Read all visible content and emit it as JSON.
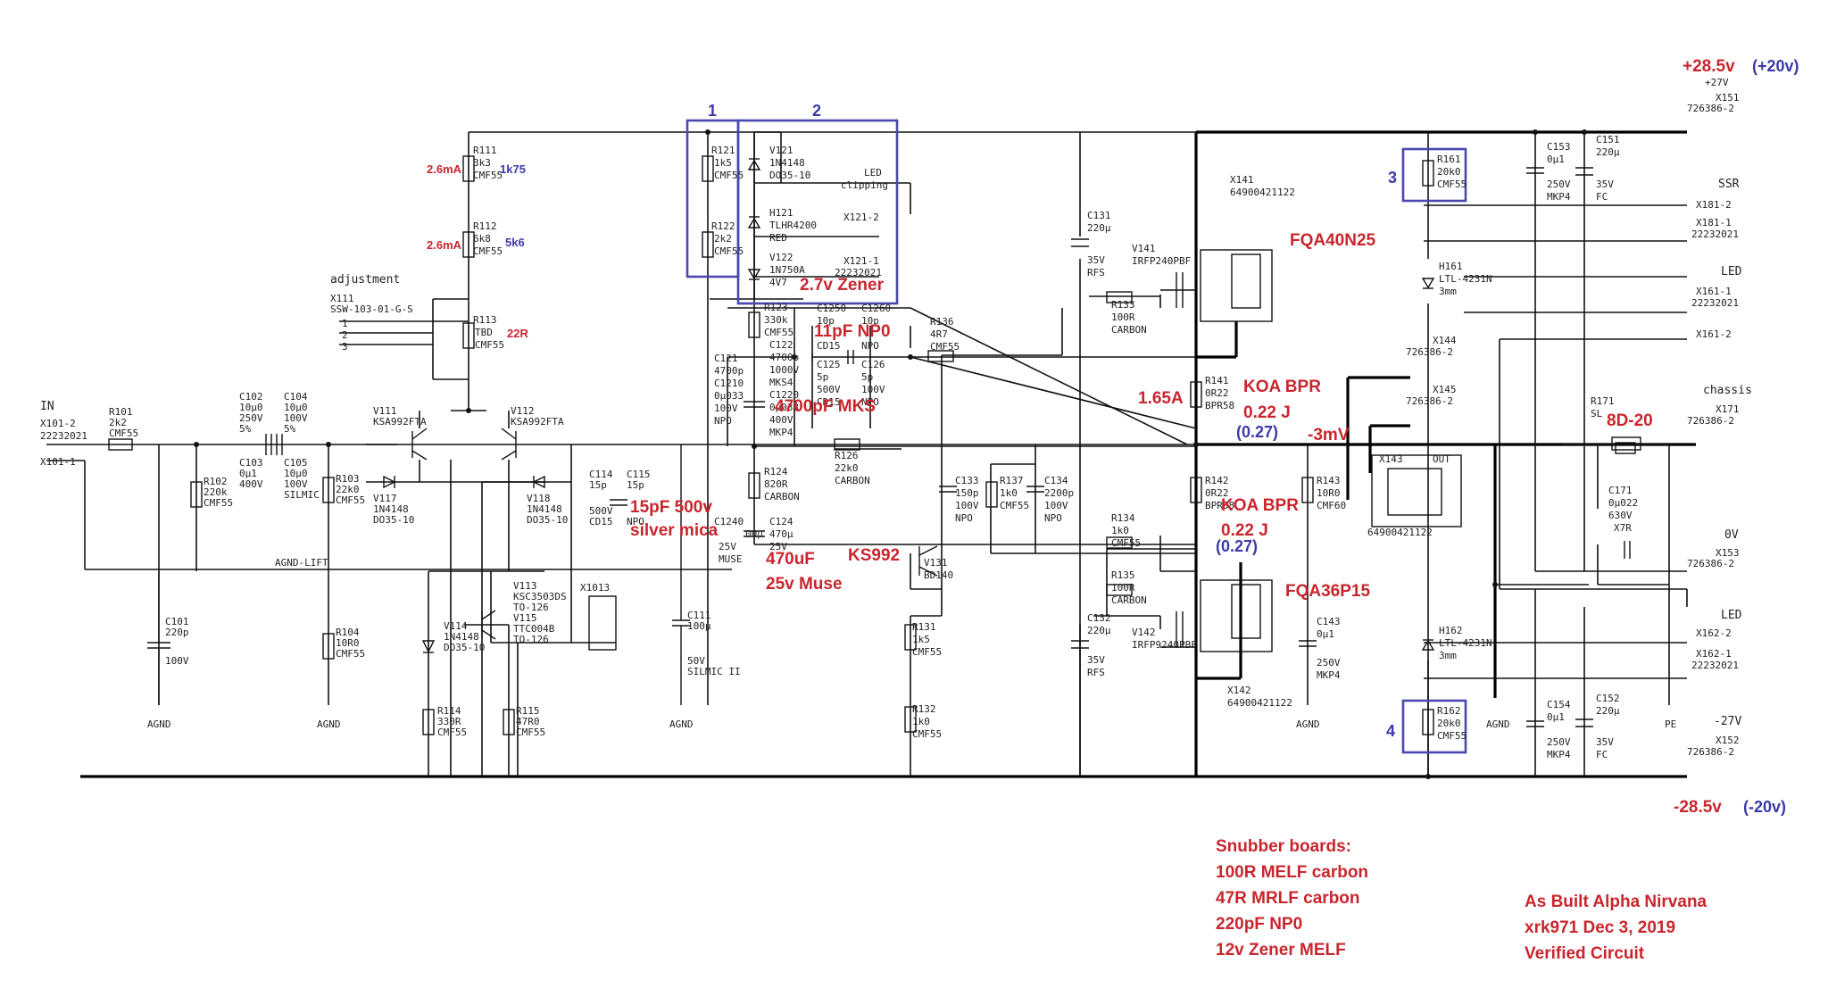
{
  "colors": {
    "annotation": "#c8262e",
    "highlight": "#3b3aa8",
    "wire": "#111111"
  },
  "power": {
    "pos_rail": "+28.5v",
    "pos_rail_alt": "(+20v)",
    "pos_net": "+27V",
    "neg_rail": "-28.5v",
    "neg_rail_alt": "(-20v)",
    "neg_net": "-27V"
  },
  "boxes": [
    "1",
    "2",
    "3",
    "4"
  ],
  "connectors": {
    "in_label": "IN",
    "x101_2": "X101-2",
    "x101_1": "X101-1",
    "x101_pn": "22232021",
    "adjustment": "adjustment",
    "x111": "X111",
    "x111_pn": "SSW-103-01-G-S",
    "x111_pins": [
      "1",
      "2",
      "3"
    ],
    "agnd_lift": "AGND-LIFT",
    "x1013": "X1013",
    "x121_2": "X121-2",
    "x121_1": "X121-1",
    "x121_pn": "22232021",
    "led_clipping": [
      "LED",
      "clipping"
    ],
    "x151": "X151",
    "x151_pn": "726386-2",
    "ssr": "SSR",
    "x181_2": "X181-2",
    "x181_1": "X181-1",
    "x181_pn": "22232021",
    "led1": "LED",
    "x161_1": "X161-1",
    "x161_pn": "22232021",
    "x161_2": "X161-2",
    "chassis": "chassis",
    "x171": "X171",
    "x171_pn": "726386-2",
    "zero_v": "0V",
    "x153": "X153",
    "x153_pn": "726386-2",
    "led2": "LED",
    "x162_2": "X162-2",
    "x162_1": "X162-1",
    "x162_pn": "22232021",
    "x152": "X152",
    "x152_pn": "726386-2",
    "x144": "X144",
    "x144_pn": "726386-2",
    "x145": "X145",
    "x145_pn": "726386-2",
    "x143": "X143",
    "x143_out": "OUT",
    "x143_pn": "64900421122",
    "grounds": [
      "AGND",
      "AGND",
      "AGND",
      "AGND",
      "AGND",
      "PE"
    ]
  },
  "parts": {
    "r101": [
      "R101",
      "2k2",
      "CMF55"
    ],
    "r102": [
      "R102",
      "220k",
      "CMF55"
    ],
    "c101": [
      "C101",
      "220p",
      "100V"
    ],
    "c102": [
      "C102",
      "10µ0",
      "250V",
      "5%"
    ],
    "c103": [
      "C103",
      "0µ1",
      "400V"
    ],
    "c104": [
      "C104",
      "10µ0",
      "100V",
      "5%"
    ],
    "c105": [
      "C105",
      "10µ0",
      "100V",
      "SILMIC"
    ],
    "r103": [
      "R103",
      "22k0",
      "CMF55"
    ],
    "r104": [
      "R104",
      "10R0",
      "CMF55"
    ],
    "r111": [
      "R111",
      "3k3",
      "CMF55"
    ],
    "r112": [
      "R112",
      "6k8",
      "CMF55"
    ],
    "r113": [
      "R113",
      "TBD",
      "CMF55"
    ],
    "v111": [
      "V111",
      "KSA992FTA"
    ],
    "v112": [
      "V112",
      "KSA992FTA"
    ],
    "v117": [
      "V117",
      "1N4148",
      "DO35-10"
    ],
    "v118": [
      "V118",
      "1N4148",
      "DO35-10"
    ],
    "v113": [
      "V113",
      "KSC3503DS",
      "TO-126",
      "V115",
      "TTC004B",
      "TO-126"
    ],
    "v114": [
      "V114",
      "1N4148",
      "DO35-10"
    ],
    "r114": [
      "R114",
      "330R",
      "CMF55"
    ],
    "r115": [
      "R115",
      "47R0",
      "CMF55"
    ],
    "c114": [
      "C114",
      "15p",
      "500V",
      "CD15"
    ],
    "c115": [
      "C115",
      "15p",
      "NPO"
    ],
    "c111": [
      "C111",
      "100µ",
      "50V",
      "SILMIC II"
    ],
    "r121": [
      "R121",
      "1k5",
      "CMF55"
    ],
    "r122": [
      "R122",
      "2k2",
      "CMF55"
    ],
    "v121": [
      "V121",
      "1N4148",
      "DO35-10"
    ],
    "h121": [
      "H121",
      "TLHR4200",
      "RED"
    ],
    "v122": [
      "V122",
      "1N750A",
      "4V7"
    ],
    "r123": [
      "R123",
      "330k",
      "CMF55"
    ],
    "c121": [
      "C121",
      "4700p",
      "C1210",
      "0µ033",
      "100V",
      "NPO"
    ],
    "c122": [
      "C122",
      "4700p",
      "1000V",
      "MKS4",
      "C1220",
      "0µ033",
      "400V",
      "MKP4"
    ],
    "c1250": [
      "C1250",
      "10p",
      "CD15"
    ],
    "c1260": [
      "C1260",
      "10p",
      "NPO"
    ],
    "c125": [
      "C125",
      "5p",
      "500V",
      "CD15"
    ],
    "c126": [
      "C126",
      "5p",
      "100V",
      "NPO"
    ],
    "r124": [
      "R124",
      "820R",
      "CARBON"
    ],
    "c1240": [
      "C1240",
      "00µ",
      "25V",
      "MUSE"
    ],
    "c124": [
      "C124",
      "470µ",
      "25V"
    ],
    "r126": [
      "R126",
      "22k0",
      "CARBON"
    ],
    "r136": [
      "R136",
      "4R7",
      "CMF55"
    ],
    "c131": [
      "C131",
      "220µ",
      "35V",
      "RFS"
    ],
    "r133": [
      "R133",
      "100R",
      "CARBON"
    ],
    "v141": [
      "V141",
      "IRFP240PBF"
    ],
    "x141": [
      "X141",
      "64900421122"
    ],
    "r141": [
      "R141",
      "0R22",
      "BPR58"
    ],
    "r142": [
      "R142",
      "0R22",
      "BPR58"
    ],
    "c133": [
      "C133",
      "150p",
      "100V",
      "NPO"
    ],
    "r137": [
      "R137",
      "1k0",
      "CMF55"
    ],
    "c134": [
      "C134",
      "2200p",
      "100V",
      "NPO"
    ],
    "r134": [
      "R134",
      "1k0",
      "CMF55"
    ],
    "r135": [
      "R135",
      "100R",
      "CARBON"
    ],
    "v131": [
      "V131",
      "BD140"
    ],
    "v142": [
      "V142",
      "IRFP9240PBF"
    ],
    "c132": [
      "C132",
      "220µ",
      "35V",
      "RFS"
    ],
    "x142": [
      "X142",
      "64900421122"
    ],
    "r131": [
      "R131",
      "1k5",
      "CMF55"
    ],
    "r132": [
      "R132",
      "1k0",
      "CMF55"
    ],
    "r143": [
      "R143",
      "10R0",
      "CMF60"
    ],
    "c143": [
      "C143",
      "0µ1",
      "250V",
      "MKP4"
    ],
    "c153": [
      "C153",
      "0µ1",
      "250V",
      "MKP4"
    ],
    "c151": [
      "C151",
      "220µ",
      "35V",
      "FC"
    ],
    "r161": [
      "R161",
      "20k0",
      "CMF55"
    ],
    "h161": [
      "H161",
      "LTL-4231N",
      "3mm"
    ],
    "h162": [
      "H162",
      "LTL-4231N",
      "3mm"
    ],
    "r162": [
      "R162",
      "20k0",
      "CMF55"
    ],
    "c154": [
      "C154",
      "0µ1",
      "250V",
      "MKP4"
    ],
    "c152": [
      "C152",
      "220µ",
      "35V",
      "FC"
    ],
    "r171": [
      "R171",
      "SL"
    ],
    "c171": [
      "C171",
      "0µ022",
      "630V",
      "X7R"
    ]
  },
  "annotations": {
    "r111_current": "2.6mA",
    "r111_val": "1k75",
    "r112_current": "2.6mA",
    "r112_val": "5k6",
    "r113_val": "22R",
    "zener": "2.7v Zener",
    "np0_11pf": "11pF NP0",
    "mks_4700": "4700pF MKS",
    "mica_line1": "15pF 500v",
    "mica_line2": "silver mica",
    "muse_line1": "470uF",
    "muse_line2": "25v Muse",
    "ks992": "KS992",
    "fqa40": "FQA40N25",
    "fqa36": "FQA36P15",
    "current": "1.65A",
    "koa1": "KOA BPR",
    "koa1_j": "0.22 J",
    "koa1_alt": "(0.27)",
    "koa2": "KOA BPR",
    "koa2_j": "0.22 J",
    "koa2_alt": "(0.27)",
    "offset": "-3mV",
    "r171_val": "8D-20",
    "snubber": [
      "Snubber boards:",
      "100R MELF carbon",
      "47R MRLF carbon",
      "220pF NP0",
      "12v Zener MELF"
    ],
    "asbuilt": [
      "As Built Alpha Nirvana",
      "xrk971  Dec 3, 2019",
      "Verified Circuit"
    ]
  }
}
